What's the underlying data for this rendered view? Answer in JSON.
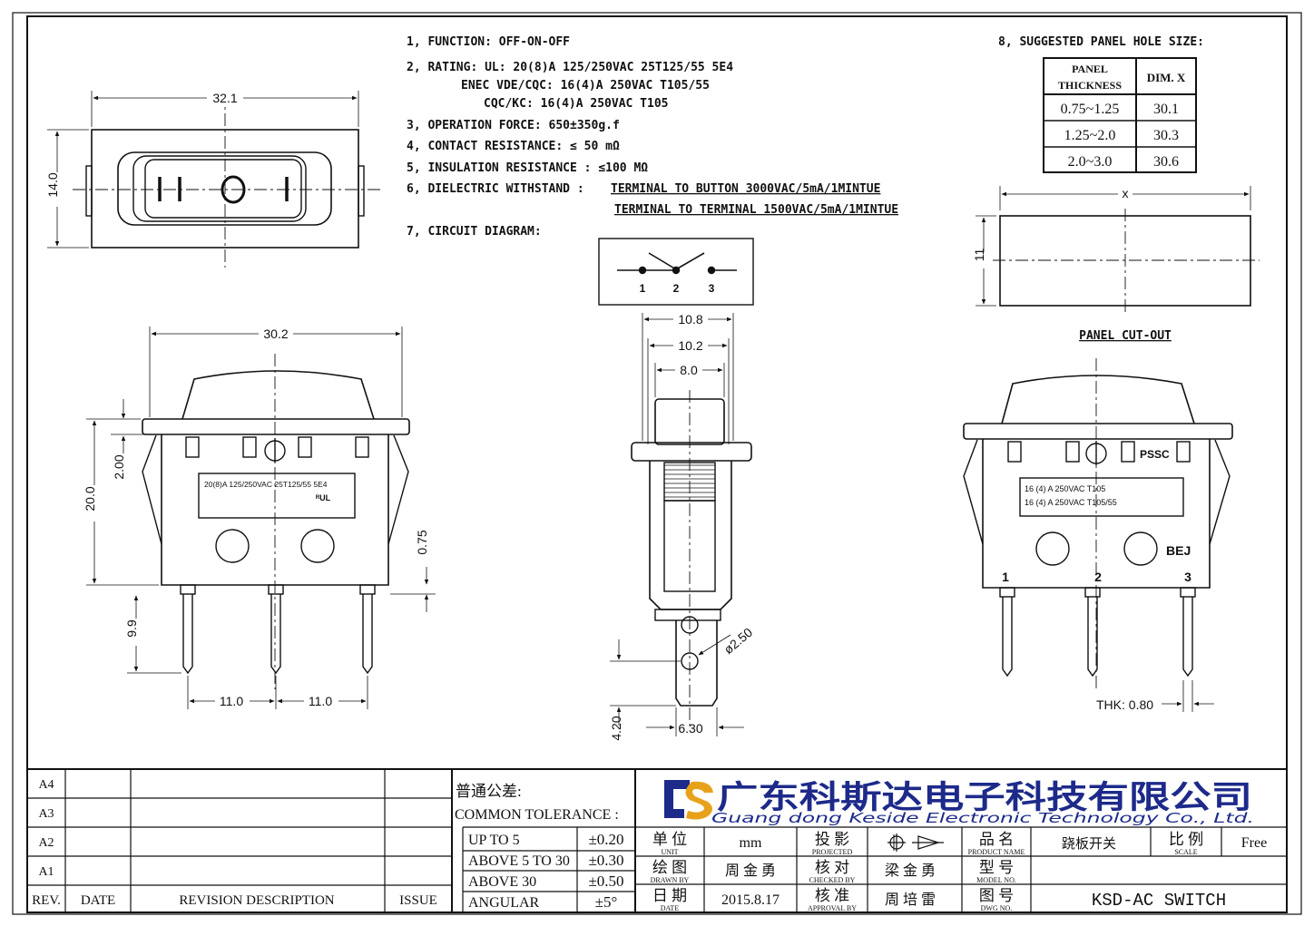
{
  "specs": {
    "function": "1, FUNCTION:  OFF-ON-OFF",
    "rating_ul": "2, RATING:      UL:    20(8)A 125/250VAC 25T125/55  5E4",
    "rating_enec": "ENEC VDE/CQC:  16(4)A 250VAC  T105/55",
    "rating_cqc": "CQC/KC:  16(4)A 250VAC  T105",
    "operation_force": "3, OPERATION FORCE: 650±350g.f",
    "contact_resistance": "4, CONTACT RESISTANCE: ≤ 50  mΩ",
    "insulation_resistance": "5, INSULATION  RESISTANCE : ≤100  MΩ",
    "dielectric_label": "6, DIELECTRIC  WITHSTAND :",
    "dielectric_1": "TERMINAL  TO  BUTTON  3000VAC/5mA/1MINTUE",
    "dielectric_2": "TERMINAL  TO  TERMINAL  1500VAC/5mA/1MINTUE",
    "circuit_label": "7, CIRCUIT  DIAGRAM:",
    "circuit_pins": [
      "1",
      "2",
      "3"
    ]
  },
  "panel_hole": {
    "title": "8, SUGGESTED PANEL HOLE SIZE:",
    "headers": [
      "PANEL\nTHICKNESS",
      "DIM. X"
    ],
    "rows": [
      [
        "0.75~1.25",
        "30.1"
      ],
      [
        "1.25~2.0",
        "30.3"
      ],
      [
        "2.0~3.0",
        "30.6"
      ]
    ],
    "cutout_x": "x",
    "cutout_h": "11",
    "cutout_label": "PANEL  CUT-OUT"
  },
  "top_view": {
    "width": "32.1",
    "height": "14.0"
  },
  "front_view": {
    "width": "30.2",
    "height": "20.0",
    "dim_2": "2.00",
    "dim_075": "0.75",
    "dim_99": "9.9",
    "pitch_1": "11.0",
    "pitch_2": "11.0",
    "label": "20(8)A 125/250VAC  25T125/55  5E4",
    "ul_mark": "ᴿUL"
  },
  "side_view": {
    "w1": "10.8",
    "w2": "10.2",
    "w3": "8.0",
    "hole": "ø2.50",
    "tab_w": "6.30",
    "tab_h": "4.20"
  },
  "right_view": {
    "label1": "16 (4) A 250VAC  T105",
    "label2": "16 (4) A 250VAC  T105/55",
    "mark": "PSSC",
    "brand": "BEJ",
    "pins": [
      "1",
      "2",
      "3"
    ],
    "thk": "THK: 0.80"
  },
  "title_block": {
    "rev_rows": [
      "A4",
      "A3",
      "A2",
      "A1"
    ],
    "rev_headers": [
      "REV.",
      "DATE",
      "REVISION DESCRIPTION",
      "ISSUE"
    ],
    "tol_title_cn": "普通公差:",
    "tol_title_en": "COMMON TOLERANCE :",
    "tolerances": [
      [
        "UP TO 5",
        "±0.20"
      ],
      [
        "ABOVE 5 TO 30",
        "±0.30"
      ],
      [
        "ABOVE 30",
        "±0.50"
      ],
      [
        "ANGULAR",
        "±5°"
      ]
    ],
    "company_cn": "广东科斯达电子科技有限公司",
    "company_en": "Guang dong Keside  Electronic Technology Co., Ltd.",
    "unit_cn": "单 位",
    "unit_en": "UNIT",
    "unit_val": "mm",
    "proj_cn": "投 影",
    "proj_en": "PROJECTED",
    "pname_cn": "品 名",
    "pname_en": "PRODUCT NAME",
    "pname_val": "跷板开关",
    "scale_cn": "比 例",
    "scale_en": "SCALE",
    "scale_val": "Free",
    "drawn_cn": "绘 图",
    "drawn_en": "DRAWN BY",
    "drawn_val": "周 金 勇",
    "checked_cn": "核 对",
    "checked_en": "CHECKED BY",
    "checked_val": "梁 金 勇",
    "model_cn": "型 号",
    "model_en": "MODEL NO.",
    "date_cn": "日 期",
    "date_en": "DATE",
    "date_val": "2015.8.17",
    "approval_cn": "核 准",
    "approval_en": "APPROVAL BY",
    "approval_val": "周 培 雷",
    "dwg_cn": "图 号",
    "dwg_en": "DWG NO.",
    "dwg_val": "KSD-AC  SWITCH"
  },
  "colors": {
    "ink": "#111111",
    "brand": "#1d2a8a"
  }
}
